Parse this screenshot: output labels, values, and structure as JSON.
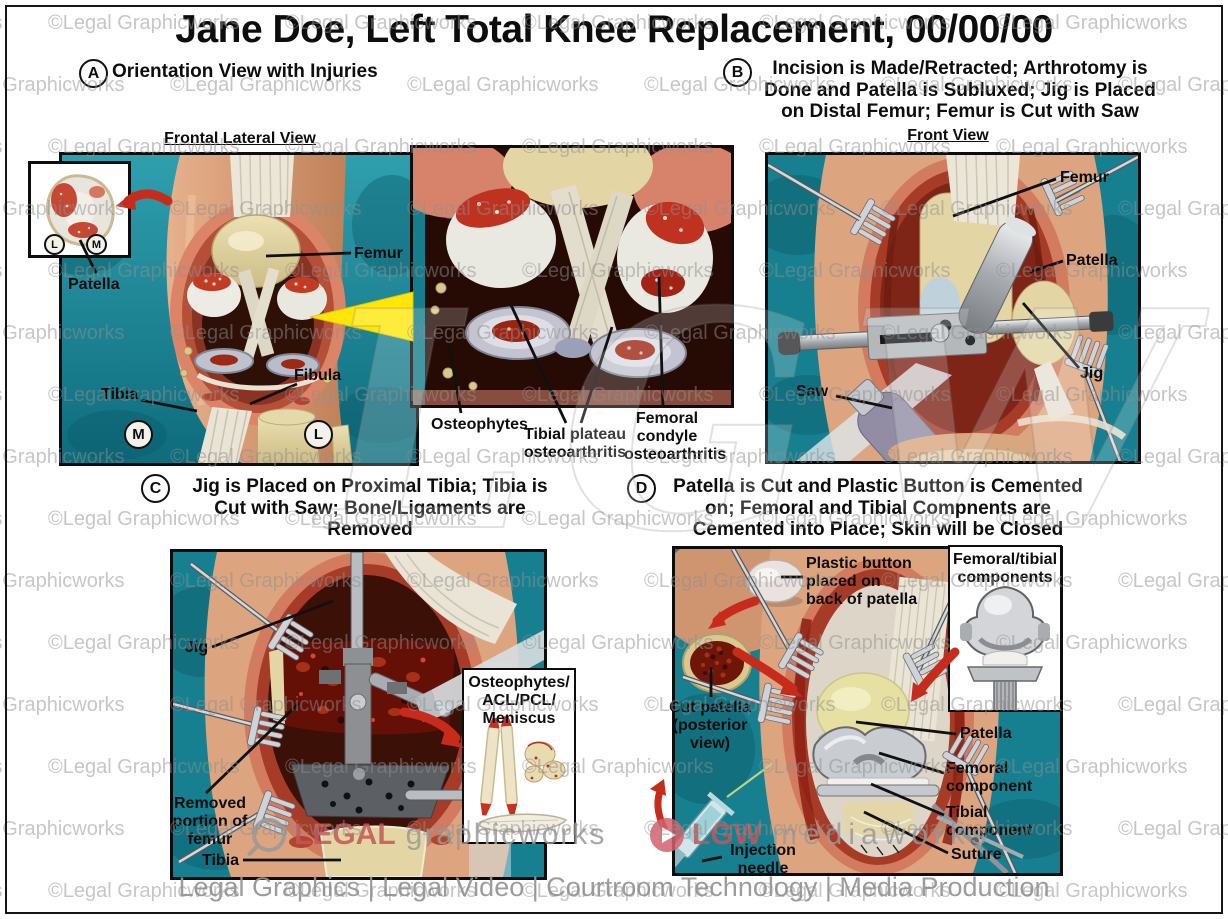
{
  "title": "Jane Doe, Left Total Knee Replacement, 00/00/00",
  "watermark": {
    "text": "©Legal Graphicworks"
  },
  "brand": {
    "legal": "LEGAL",
    "graphicworks": "graphicworks",
    "lgw": "LGW",
    "mediaworks": "mediaworks",
    "monogram": "LGW",
    "footer": "Legal Graphics | Legal Video | Courtroom Technology | Media Production"
  },
  "panel_a": {
    "letter": "A",
    "heading": "Orientation View with Injuries",
    "view_label": "Frontal Lateral View",
    "labels": {
      "patella": "Patella",
      "femur": "Femur",
      "tibia": "Tibia",
      "fibula": "Fibula"
    },
    "markers": {
      "medial": "M",
      "lateral": "L"
    },
    "inset_markers": {
      "lateral": "L",
      "medial": "M"
    }
  },
  "closeup": {
    "labels": {
      "osteophytes": "Osteophytes",
      "tibial_plateau_lines": [
        "Tibial plateau",
        "osteoarthritis"
      ],
      "femoral_condyle_lines": [
        "Femoral",
        "condyle",
        "osteoarthritis"
      ]
    }
  },
  "panel_b": {
    "letter": "B",
    "heading_lines": [
      "Incision is Made/Retracted; Arthrotomy is",
      "Done and Patella is Subluxed; Jig is Placed",
      "on Distal Femur; Femur is Cut with Saw"
    ],
    "view_label": "Front View",
    "labels": {
      "femur": "Femur",
      "patella": "Patella",
      "jig": "Jig",
      "saw": "Saw"
    }
  },
  "panel_c": {
    "letter": "C",
    "heading_lines": [
      "Jig is Placed on Proximal Tibia; Tibia is",
      "Cut with Saw; Bone/Ligaments are Removed"
    ],
    "labels": {
      "jig": "Jig",
      "removed_femur_lines": [
        "Removed",
        "portion of",
        "femur"
      ],
      "tibia": "Tibia"
    },
    "inset_title_lines": [
      "Osteophytes/",
      "ACL/PCL/",
      "Meniscus"
    ]
  },
  "panel_d": {
    "letter": "D",
    "heading_lines": [
      "Patella is Cut and Plastic Button is Cemented",
      "on; Femoral and Tibial Compnents are",
      "Cemented into Place; Skin will be Closed"
    ],
    "labels": {
      "plastic_button_lines": [
        "Plastic button",
        "placed on",
        "back of patella"
      ],
      "cut_patella_lines": [
        "Cut patella",
        "(posterior",
        "view)"
      ],
      "injection_needle_lines": [
        "Injection",
        "needle"
      ],
      "patella": "Patella",
      "femoral_component_lines": [
        "Femoral",
        "component"
      ],
      "tibial_component_lines": [
        "Tibial",
        "component"
      ],
      "suture": "Suture"
    },
    "inset_title_lines": [
      "Femoral/tibial",
      "components"
    ]
  }
}
